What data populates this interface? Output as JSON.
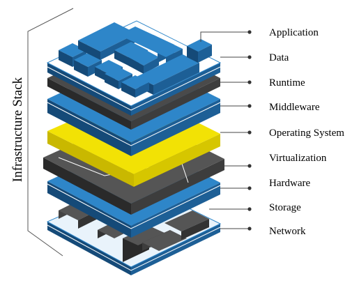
{
  "diagram": {
    "title": "Infrastructure Stack",
    "layers": [
      {
        "label": "Application"
      },
      {
        "label": "Data"
      },
      {
        "label": "Runtime"
      },
      {
        "label": "Middleware"
      },
      {
        "label": "Operating System"
      },
      {
        "label": "Virtualization"
      },
      {
        "label": "Hardware"
      },
      {
        "label": "Storage"
      },
      {
        "label": "Network"
      }
    ],
    "colors": {
      "blue_top": "#2e86c9",
      "blue_side": "#1d5f96",
      "blue_front": "#154a78",
      "gray_top": "#555555",
      "gray_side": "#3d3d3d",
      "gray_front": "#2a2a2a",
      "yellow_top": "#f2e205",
      "yellow_side": "#c9b800",
      "connector": "#444444"
    }
  }
}
